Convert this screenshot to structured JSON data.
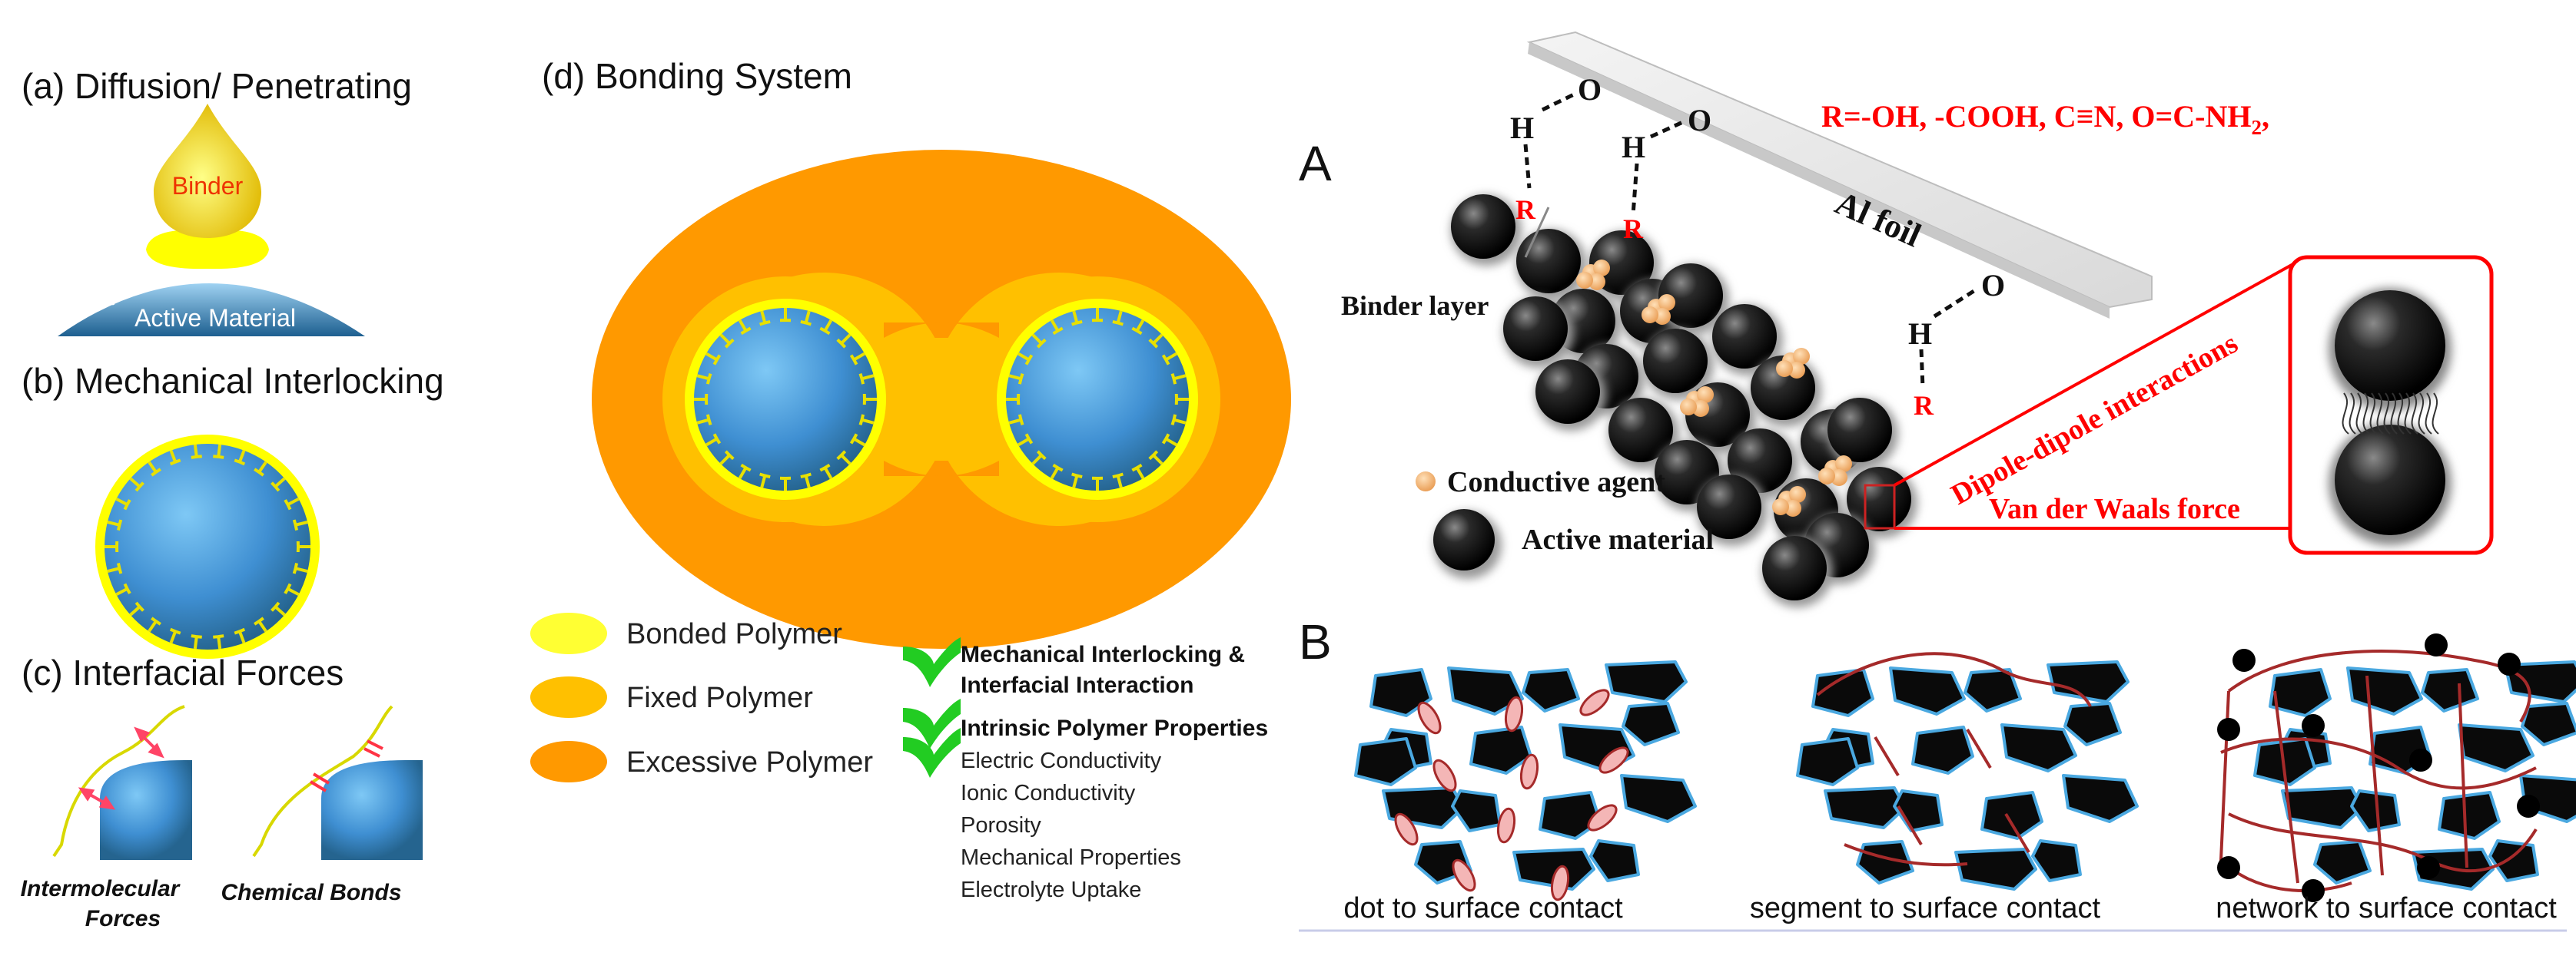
{
  "panel_a": {
    "title": "(a) Diffusion/ Penetrating",
    "binder_label": "Binder",
    "active_material_label": "Active Material"
  },
  "panel_b": {
    "title": "(b) Mechanical Interlocking"
  },
  "panel_c": {
    "title": "(c) Interfacial Forces",
    "left_caption": [
      "Intermolecular",
      "Forces"
    ],
    "right_caption": "Chemical Bonds"
  },
  "panel_d": {
    "title": "(d) Bonding System",
    "legend": [
      "Bonded Polymer",
      "Fixed Polymer",
      "Excessive Polymer"
    ],
    "arrow_labels": [
      "Mechanical Interlocking &",
      "Interfacial Interaction",
      "Intrinsic Polymer Properties"
    ],
    "properties": [
      "Electric Conductivity",
      "Ionic Conductivity",
      "Porosity",
      "Mechanical Properties",
      "Electrolyte Uptake"
    ]
  },
  "panel_A": {
    "letter": "A",
    "r_groups": "R=-OH, -COOH, C≡N, O=C-NH",
    "r_groups_sub": "2",
    "r_groups_tail": ",",
    "al_foil": "Al foil",
    "binder_layer": "Binder layer",
    "conductive_agent": "Conductive agent",
    "active_material": "Active material",
    "dipole": "Dipole-dipole interactions",
    "vdw": "Van der Waals force",
    "atom_h": "H",
    "atom_o": "O",
    "atom_r": "R"
  },
  "panel_B": {
    "letter": "B",
    "captions": [
      "dot to surface contact",
      "segment to surface contact",
      "network to surface contact"
    ]
  },
  "colors": {
    "active_blue": "#3f8fd2",
    "bonded_yellow": "#ffff33",
    "fixed_yellow": "#ffc000",
    "excessive_orange": "#ff9900",
    "accent_red": "#ff0000",
    "arrow_green": "#22cc22",
    "binder_line": "#a52a2a",
    "particle_outline": "#4aa8e0"
  }
}
